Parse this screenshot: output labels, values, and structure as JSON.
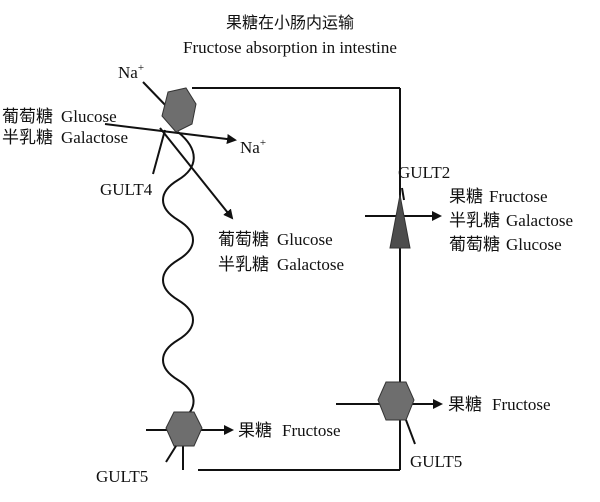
{
  "title": {
    "cn": "果糖在小肠内运输",
    "en": "Fructose absorption in intestine"
  },
  "ions": {
    "na_in": "Na",
    "na_out": "Na",
    "charge": "+"
  },
  "inputs_left": [
    {
      "cn": "葡萄糖",
      "en": "Glucose"
    },
    {
      "cn": "半乳糖",
      "en": "Galactose"
    }
  ],
  "inside_cell": [
    {
      "cn": "葡萄糖",
      "en": "Glucose"
    },
    {
      "cn": "半乳糖",
      "en": "Galactose"
    }
  ],
  "outputs_right": [
    {
      "cn": "果糖",
      "en": "Fructose"
    },
    {
      "cn": "半乳糖",
      "en": "Galactose"
    },
    {
      "cn": "葡萄糖",
      "en": "Glucose"
    }
  ],
  "fructose_bottom_left": {
    "cn": "果糖",
    "en": "Fructose"
  },
  "fructose_bottom_right": {
    "cn": "果糖",
    "en": "Fructose"
  },
  "transporters": {
    "gult4": "GULT4",
    "gult2": "GULT2",
    "gult5_left": "GULT5",
    "gult5_right": "GULT5"
  },
  "colors": {
    "line": "#111111",
    "transporter_fill": "#6e6e6e",
    "gult2_fill": "#4d4d4d"
  }
}
